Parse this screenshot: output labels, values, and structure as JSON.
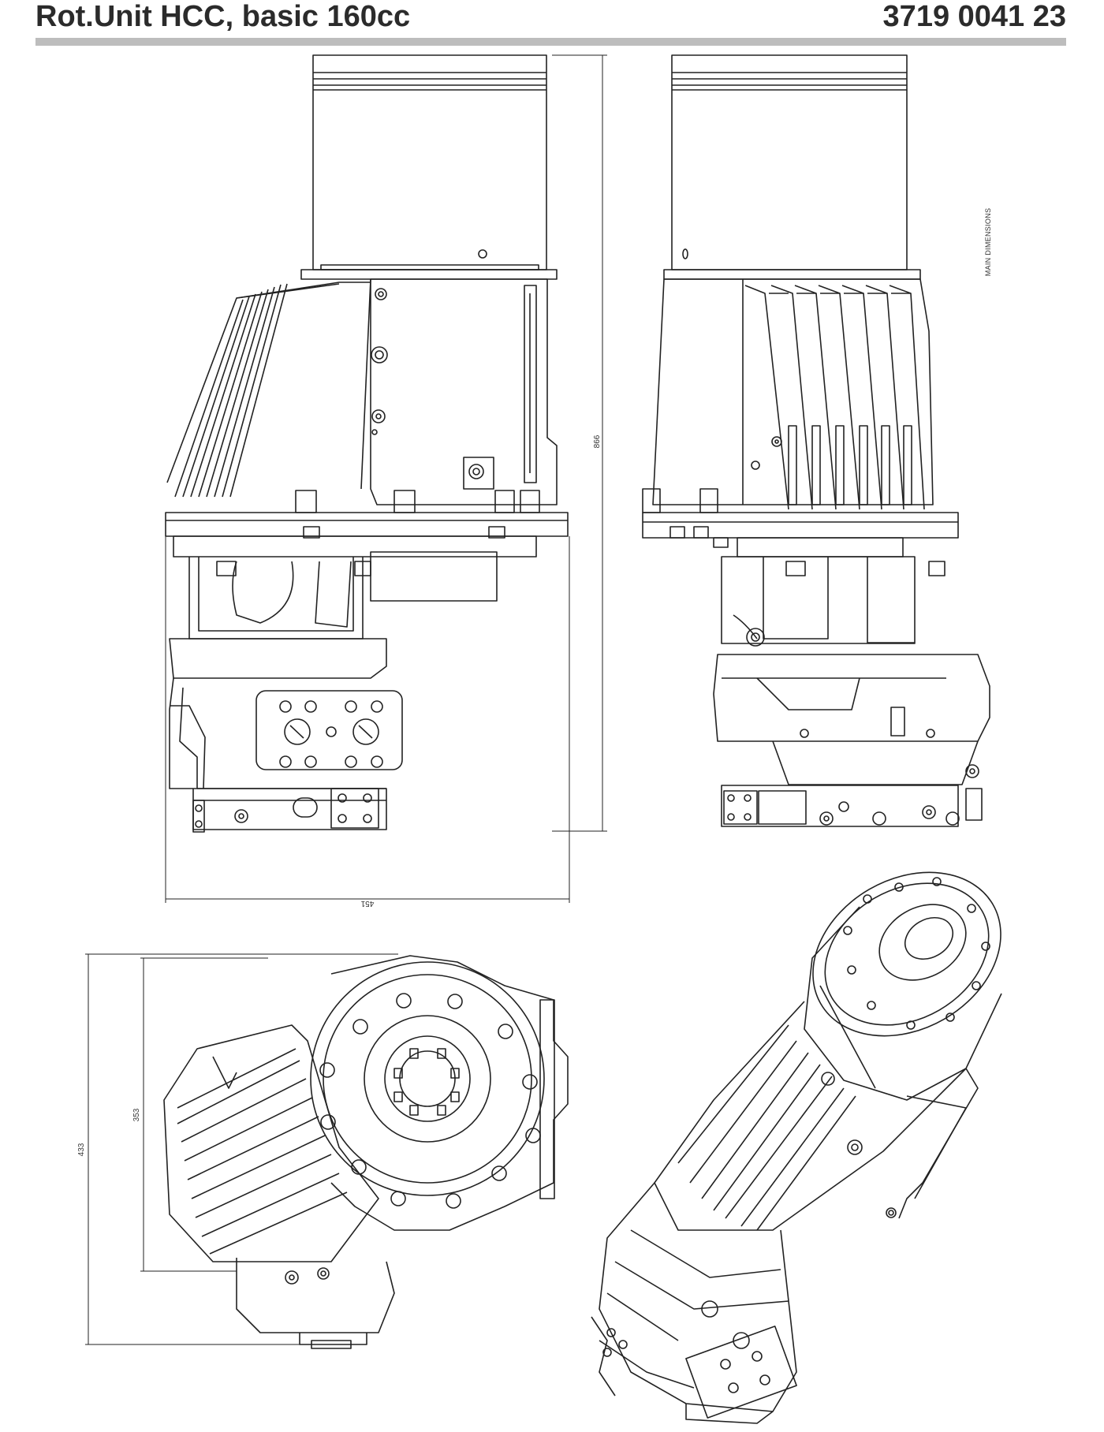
{
  "header": {
    "title": "Rot.Unit HCC, basic 160cc",
    "part_number": "3719 0041 23"
  },
  "side_label": "MAIN DIMENSIONS",
  "dimensions": {
    "front_height": "866",
    "front_width": "451",
    "bottom_outer": "433",
    "bottom_inner": "353"
  },
  "colors": {
    "line": "#222222",
    "rule": "#bdbdbd"
  }
}
